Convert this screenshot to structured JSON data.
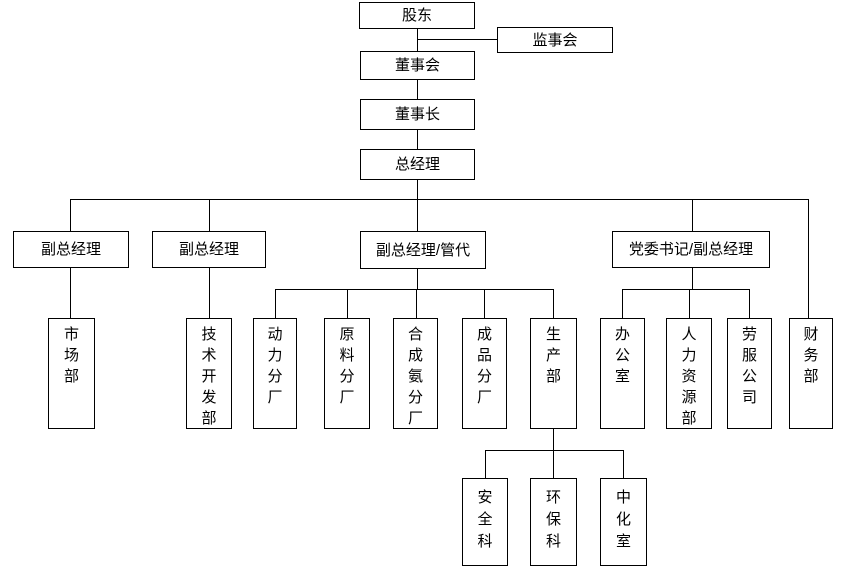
{
  "colors": {
    "background": "#ffffff",
    "box_fill": "#ffffff",
    "box_border": "#000000",
    "line": "#000000",
    "text": "#000000"
  },
  "nodes": {
    "shareholders": "股东",
    "supervisory_board": "监事会",
    "board_of_directors": "董事会",
    "chairman": "董事长",
    "general_manager": "总经理",
    "deputy_gm_1": "副总经理",
    "deputy_gm_2": "副总经理",
    "deputy_gm_mgmt_rep": "副总经理/管代",
    "party_secretary_deputy_gm": "党委书记/副总经理",
    "marketing_dept": "市场部",
    "tech_dev_dept": "技术开发部",
    "power_branch": "动力分厂",
    "raw_material_branch": "原料分厂",
    "ammonia_branch": "合成氨分厂",
    "finished_product_branch": "成品分厂",
    "production_dept": "生产部",
    "office": "办公室",
    "hr_dept": "人力资源部",
    "labor_service_company": "劳服公司",
    "finance_dept": "财务部",
    "safety_section": "安全科",
    "env_protection_section": "环保科",
    "central_chem_lab": "中化室"
  },
  "edges": [
    {
      "from": "shareholders",
      "to": "supervisory_board"
    },
    {
      "from": "shareholders",
      "to": "board_of_directors"
    },
    {
      "from": "board_of_directors",
      "to": "chairman"
    },
    {
      "from": "chairman",
      "to": "general_manager"
    },
    {
      "from": "general_manager",
      "to": "deputy_gm_1"
    },
    {
      "from": "general_manager",
      "to": "deputy_gm_2"
    },
    {
      "from": "general_manager",
      "to": "deputy_gm_mgmt_rep"
    },
    {
      "from": "general_manager",
      "to": "party_secretary_deputy_gm"
    },
    {
      "from": "general_manager",
      "to": "finance_dept"
    },
    {
      "from": "deputy_gm_1",
      "to": "marketing_dept"
    },
    {
      "from": "deputy_gm_2",
      "to": "tech_dev_dept"
    },
    {
      "from": "deputy_gm_mgmt_rep",
      "to": "power_branch"
    },
    {
      "from": "deputy_gm_mgmt_rep",
      "to": "raw_material_branch"
    },
    {
      "from": "deputy_gm_mgmt_rep",
      "to": "ammonia_branch"
    },
    {
      "from": "deputy_gm_mgmt_rep",
      "to": "finished_product_branch"
    },
    {
      "from": "deputy_gm_mgmt_rep",
      "to": "production_dept"
    },
    {
      "from": "party_secretary_deputy_gm",
      "to": "office"
    },
    {
      "from": "party_secretary_deputy_gm",
      "to": "hr_dept"
    },
    {
      "from": "party_secretary_deputy_gm",
      "to": "labor_service_company"
    },
    {
      "from": "production_dept",
      "to": "safety_section"
    },
    {
      "from": "production_dept",
      "to": "env_protection_section"
    },
    {
      "from": "production_dept",
      "to": "central_chem_lab"
    }
  ]
}
